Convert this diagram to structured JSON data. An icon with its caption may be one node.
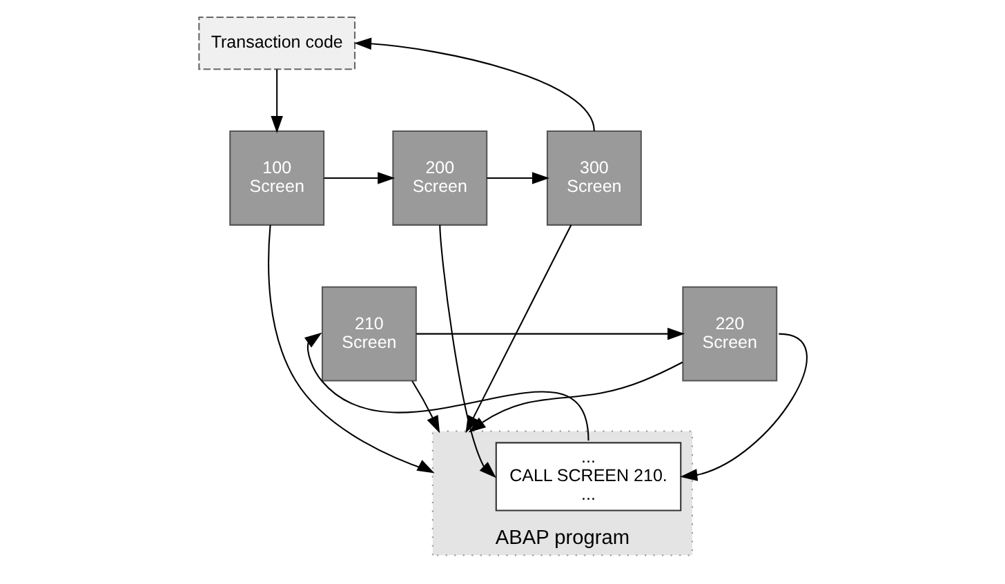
{
  "diagram": {
    "nodes": [
      {
        "text": [
          "Transaction code"
        ]
      },
      {
        "text": [
          "100",
          "Screen"
        ]
      },
      {
        "text": [
          "200",
          "Screen"
        ]
      },
      {
        "text": [
          "210",
          "Screen"
        ]
      },
      {
        "text": [
          "220",
          "Screen"
        ]
      },
      {
        "text": [
          "300",
          "Screen"
        ]
      },
      {
        "text": [
          "ABAP program"
        ]
      },
      {
        "text": [
          "...",
          "CALL SCREEN 210.",
          "..."
        ],
        "in": 6
      }
    ],
    "edges": [
      {
        "from": 0,
        "to": 1,
        "arrow": "to"
      },
      {
        "from": 1,
        "to": 2,
        "arrow": "to"
      },
      {
        "from": 2,
        "to": 5,
        "arrow": "to"
      },
      {
        "from": 5,
        "to": 0,
        "arrow": "to"
      },
      {
        "from": 1,
        "to": 6,
        "arrow": "to"
      },
      {
        "from": 2,
        "to": 7,
        "arrow": "to"
      },
      {
        "from": 7,
        "to": 3,
        "arrow": "to"
      },
      {
        "from": 3,
        "to": 4,
        "arrow": "to"
      },
      {
        "from": 3,
        "to": 6,
        "arrow": "to"
      },
      {
        "from": 4,
        "to": 6,
        "arrow": "to"
      },
      {
        "from": 4,
        "to": 7,
        "arrow": "to"
      },
      {
        "from": 5,
        "to": 6,
        "arrow": "to"
      }
    ]
  }
}
